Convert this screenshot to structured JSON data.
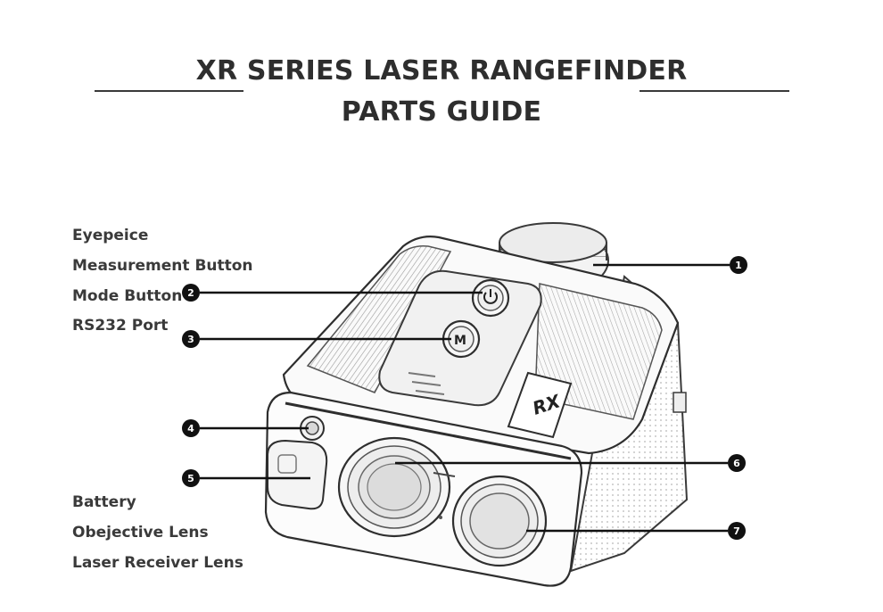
{
  "header": {
    "title_line1": "XR SERIES LASER RANGEFINDER",
    "title_line2": "PARTS GUIDE"
  },
  "legend": {
    "items": [
      {
        "label": "Eyepeice"
      },
      {
        "label": "Measurement Button"
      },
      {
        "label": "Mode Button"
      },
      {
        "label": "RS232 Port"
      },
      {
        "label": "Battery"
      },
      {
        "label": "Obejective Lens"
      },
      {
        "label": "Laser Receiver Lens"
      }
    ]
  },
  "callouts": [
    "1",
    "2",
    "3",
    "4",
    "5",
    "6",
    "7"
  ],
  "device": {
    "badge_text": "RX",
    "mode_button_text": "M"
  },
  "colors": {
    "ink": "#2b2b2b",
    "marker": "#111111",
    "body_fill": "#f7f7f7"
  }
}
